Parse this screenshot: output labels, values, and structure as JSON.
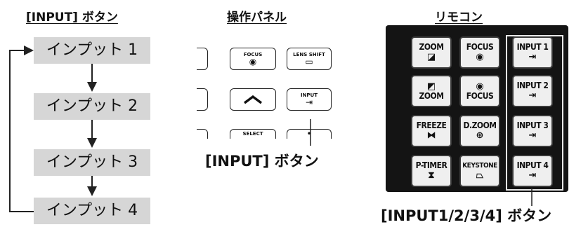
{
  "left": {
    "title": "[INPUT] ボタン",
    "steps": [
      "インプット 1",
      "インプット 2",
      "インプット 3",
      "インプット 4"
    ]
  },
  "panel": {
    "title": "操作パネル",
    "buttons": {
      "focus": "FOCUS",
      "lens_shift": "LENS SHIFT",
      "input": "INPUT",
      "select": "SELECT"
    },
    "caption": "[INPUT] ボタン"
  },
  "remote": {
    "title": "リモコン",
    "keys": [
      {
        "label": "ZOOM",
        "icon": "zoom-in-icon"
      },
      {
        "label": "FOCUS",
        "icon": "focus-icon"
      },
      {
        "label": "INPUT 1",
        "icon": "input-icon"
      },
      {
        "label": "ZOOM",
        "icon": "zoom-out-icon"
      },
      {
        "label": "FOCUS",
        "icon": "focus-icon"
      },
      {
        "label": "INPUT 2",
        "icon": "input-icon"
      },
      {
        "label": "FREEZE",
        "icon": "freeze-icon"
      },
      {
        "label": "D.ZOOM",
        "icon": "dzoom-icon"
      },
      {
        "label": "INPUT 3",
        "icon": "input-icon"
      },
      {
        "label": "P-TIMER",
        "icon": "timer-icon"
      },
      {
        "label": "KEYSTONE",
        "icon": "keystone-icon"
      },
      {
        "label": "INPUT 4",
        "icon": "input-icon"
      }
    ],
    "caption": "[INPUT1/2/3/4] ボタン"
  }
}
